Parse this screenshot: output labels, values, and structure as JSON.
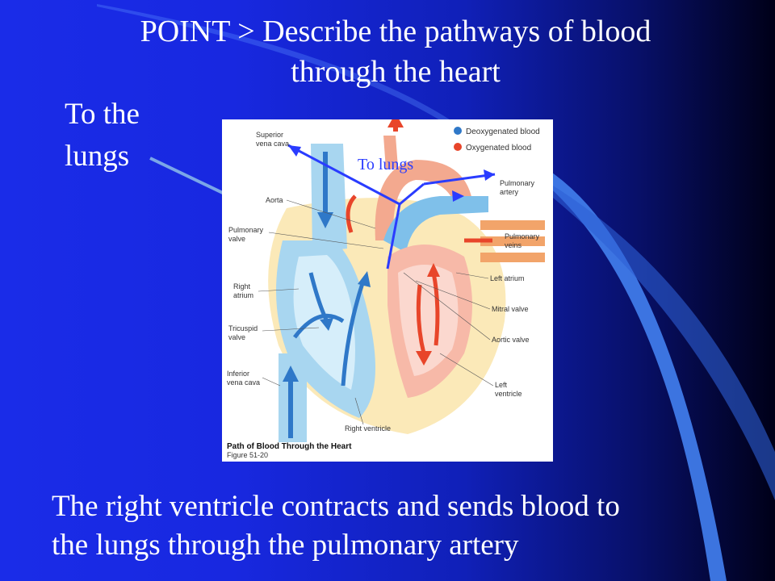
{
  "slide": {
    "title_line1": "POINT > Describe the pathways of blood",
    "title_line2": "through the heart",
    "side_label_line1": "To the",
    "side_label_line2": "lungs",
    "caption_line1": "The right ventricle contracts and sends blood to",
    "caption_line2": "the lungs through the pulmonary artery"
  },
  "figure": {
    "annotation": "To lungs",
    "legend": {
      "deoxygenated": "Deoxygenated blood",
      "oxygenated": "Oxygenated blood",
      "deoxygenated_color": "#2f78c8",
      "oxygenated_color": "#e8452a"
    },
    "labels": {
      "superior_vena_cava_1": "Superior",
      "superior_vena_cava_2": "vena cava",
      "aorta": "Aorta",
      "pulmonary_valve_1": "Pulmonary",
      "pulmonary_valve_2": "valve",
      "right_atrium_1": "Right",
      "right_atrium_2": "atrium",
      "tricuspid_valve_1": "Tricuspid",
      "tricuspid_valve_2": "valve",
      "inferior_vena_cava_1": "Inferior",
      "inferior_vena_cava_2": "vena cava",
      "right_ventricle": "Right ventricle",
      "pulmonary_artery_1": "Pulmonary",
      "pulmonary_artery_2": "artery",
      "pulmonary_veins_1": "Pulmonary",
      "pulmonary_veins_2": "veins",
      "left_atrium": "Left atrium",
      "mitral_valve": "Mitral valve",
      "aortic_valve": "Aortic valve",
      "left_ventricle_1": "Left",
      "left_ventricle_2": "ventricle"
    },
    "caption_1": "Path of Blood Through the Heart",
    "caption_2": "Figure 51-20"
  },
  "colors": {
    "background_blue": "#1a2ce8",
    "swoosh": "#3f7ae8",
    "text": "#ffffff",
    "arrow_blue": "#2a3cff"
  }
}
